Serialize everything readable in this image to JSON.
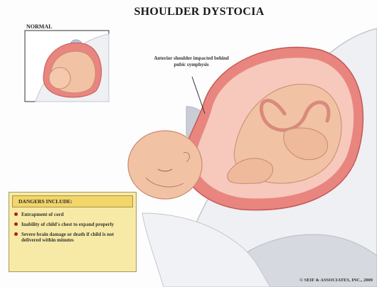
{
  "title": "SHOULDER DYSTOCIA",
  "inset": {
    "label": "NORMAL"
  },
  "annotation": {
    "text": "Anterior shoulder impacted behind pubic symphysis"
  },
  "dangers": {
    "heading": "DANGERS INCLUDE:",
    "items": [
      "Entrapment of cord",
      "Inability of child's chest to expand properly",
      "Severe brain damage or death if child is not delivered within minutes"
    ]
  },
  "copyright": "© SEIF & ASSOCIATES, INC., 2009",
  "colors": {
    "skin": "#f2c2a4",
    "uterus": "#e9857f",
    "uterus_inner": "#f6c9bc",
    "pelvis_gray": "#c9cdd5",
    "danger_bg": "#f7eaa6",
    "danger_head": "#f2d66a",
    "bullet": "#b02020"
  }
}
